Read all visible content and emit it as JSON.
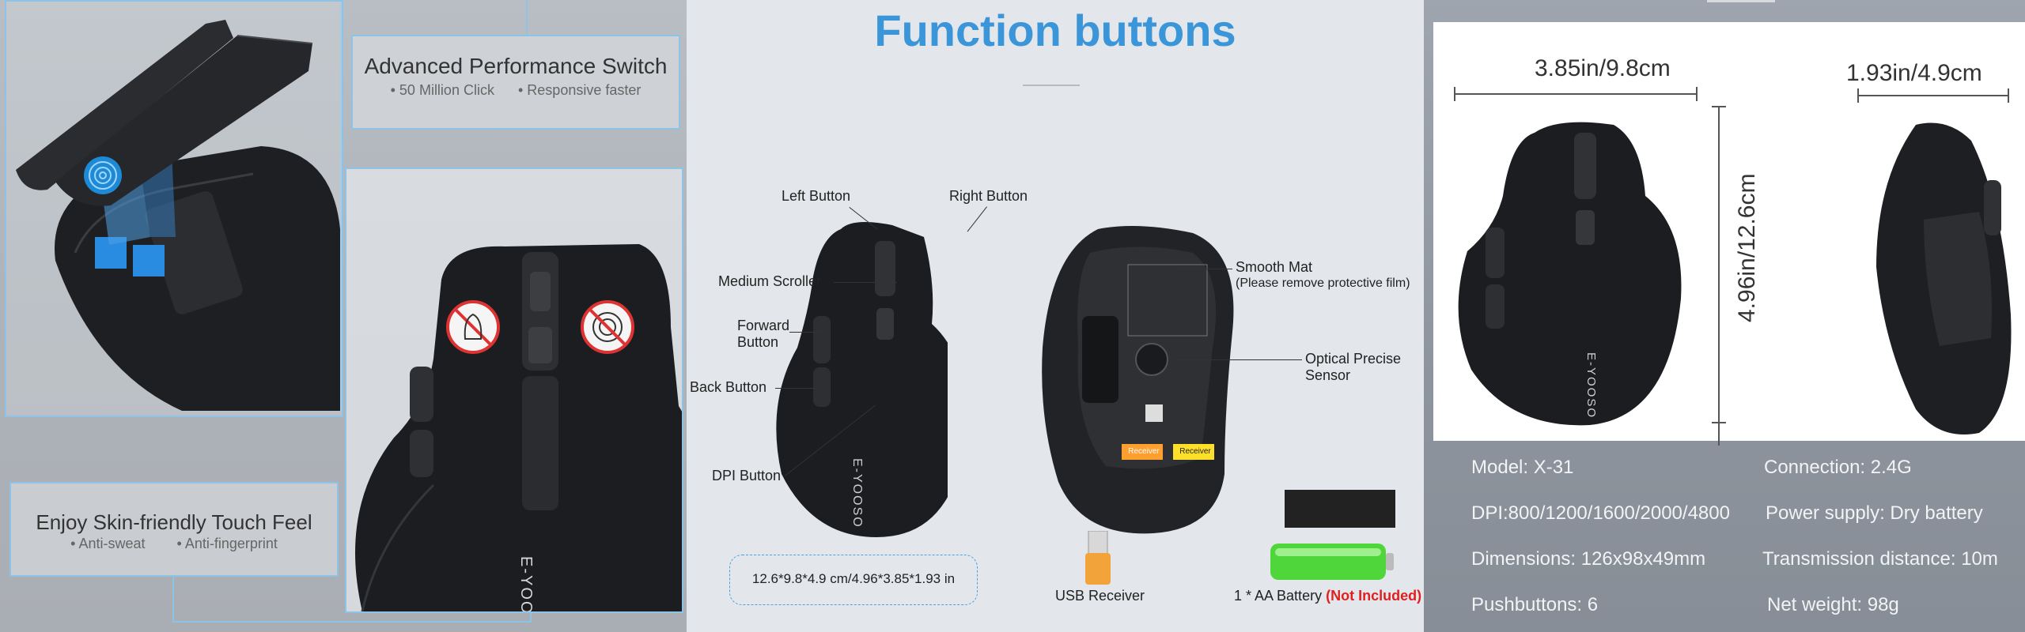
{
  "left_panel": {
    "performance_title": "Advanced Performance Switch",
    "performance_features": [
      "50 Million Click",
      "Responsive faster"
    ],
    "touch_title": "Enjoy Skin-friendly Touch Feel",
    "touch_features": [
      "Anti-sweat",
      "Anti-fingerprint"
    ]
  },
  "middle_panel": {
    "title": "Function buttons",
    "labels": {
      "left_button": "Left Button",
      "right_button": "Right Button",
      "medium_scroller": "Medium Scroller",
      "forward_button_line1": "Forward",
      "forward_button_line2": "Button",
      "back_button": "Back Button",
      "dpi_button": "DPI Button",
      "smooth_mat": "Smooth Mat",
      "smooth_mat_note": "(Please remove protective film)",
      "optical_sensor_line1": "Optical Precise",
      "optical_sensor_line2": "Sensor",
      "dimensions": "12.6*9.8*4.9 cm/4.96*3.85*1.93 in",
      "usb_receiver": "USB Receiver",
      "battery": "1 * AA Battery",
      "battery_note": "(Not Included)"
    },
    "brand": "E-YOOSO",
    "receiver_tags": [
      "Receiver",
      "Receiver"
    ]
  },
  "right_panel": {
    "width_dim": "3.85in/9.8cm",
    "depth_dim": "1.93in/4.9cm",
    "height_dim": "4.96in/12.6cm",
    "brand": "E-YOOSO",
    "specs_left": [
      "Model: X-31",
      "DPI:800/1200/1600/2000/4800",
      "Dimensions: 126x98x49mm",
      "Pushbuttons: 6"
    ],
    "specs_right": [
      "Connection: 2.4G",
      "Power supply: Dry battery",
      "Transmission distance: 10m",
      "Net weight: 98g"
    ]
  },
  "colors": {
    "title_blue": "#3b95d9",
    "box_border": "#8fc3e6",
    "not_included_red": "#e02020",
    "mouse_body": "#1c1d20"
  }
}
